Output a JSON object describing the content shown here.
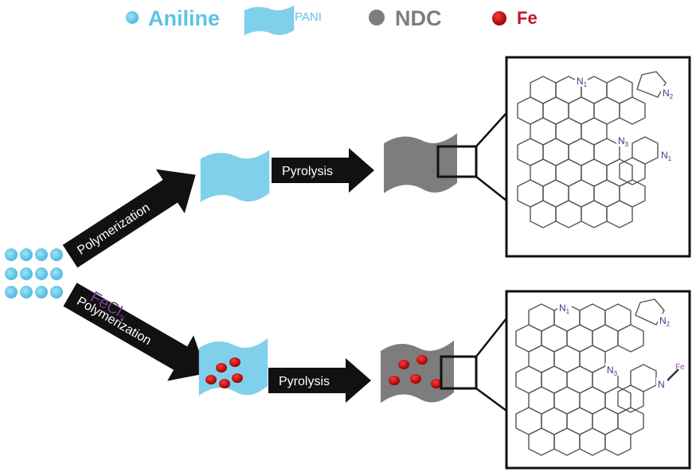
{
  "legend": {
    "aniline": "Aniline",
    "pani": "PANI",
    "ndc": "NDC",
    "fe": "Fe"
  },
  "labels": {
    "polymerization_top": "Polymerization",
    "pyrolysis_top": "Pyrolysis",
    "fecl3_main": "FeCl",
    "fecl3_sub": "3",
    "polymerization_bottom": "Polymerization",
    "pyrolysis_bottom": "Pyrolysis"
  },
  "structure_top": {
    "n1_a": "N",
    "n1_a_sub": "1",
    "n2": "N",
    "n2_sub": "2",
    "n3": "N",
    "n3_sub": "3",
    "n1_b": "N",
    "n1_b_sub": "1"
  },
  "structure_bottom": {
    "n1": "N",
    "n1_sub": "1",
    "n2": "N",
    "n2_sub": "2",
    "n3": "N",
    "n3_sub": "3",
    "n_fe": "N",
    "fe_label": "Fe"
  },
  "colors": {
    "aniline_blue": "#5cc3e6",
    "pani_blue": "#7fd0ea",
    "ndc_gray": "#7d7d7d",
    "fe_red": "#c8102e",
    "arrow_black": "#111111",
    "fecl3_purple": "#7a3f98"
  }
}
